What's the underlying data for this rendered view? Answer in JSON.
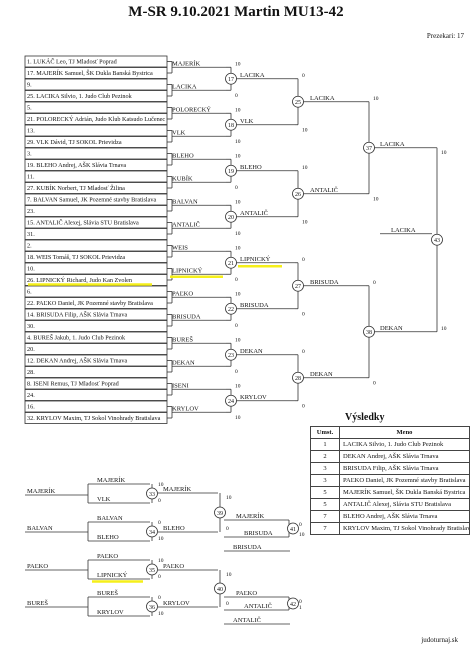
{
  "header": {
    "title": "M-SR 9.10.2021 Martin MU13-42",
    "referees": "Prezekari: 17"
  },
  "colors": {
    "highlight": "#f5ef1a",
    "line": "#333333"
  },
  "bracket": {
    "players": [
      "1. LUKÁČ Leo, TJ Mladosť Poprad",
      "17. MAJERÍK Samuel, ŠK Dukla Banská Bystrica",
      "9.",
      "25. LACIKA Silvio, 1. Judo Club Pezinok",
      "5.",
      "21. POLORECKÝ Adrián, Judo Klub Katsudo Lučenec",
      "13.",
      "29. VLK Dávid, TJ SOKOL Prievidza",
      "3.",
      "19. BLEHO Andrej, AŠK Slávia Trnava",
      "11.",
      "27. KUBÍK Norbert, TJ Mladosť Žilina",
      "7. BALVAN Samuel, JK Pozemné stavby Bratislava",
      "23.",
      "15. ANTALIČ Alexej, Slávia STU Bratislava",
      "31.",
      "2.",
      "18. WEIS Tomáš, TJ SOKOL Prievidza",
      "10.",
      "26. LIPNICKÝ Richard, Judo Kan Zvolen",
      "6.",
      "22. PAĽKO Daniel, JK Pozemné stavby Bratislava",
      "14. BRISUDA Filip, AŠK Slávia Trnava",
      "30.",
      "4. BUREŠ Jakub, 1. Judo Club Pezinok",
      "20.",
      "12. DEKAN Andrej, AŠK Slávia Trnava",
      "28.",
      "8. ISENI Remus, TJ Mladosť Poprad",
      "24.",
      "16.",
      "32. KRYLOV Maxim, TJ Sokol Vinohrady Bratislava"
    ],
    "r1": [
      "MAJERÍK",
      "LACIKA",
      "POLORECKÝ",
      "VLK",
      "BLEHO",
      "KUBÍK",
      "BALVAN",
      "ANTALIČ",
      "WEIS",
      "LIPNICKÝ",
      "PAĽKO",
      "BRISUDA",
      "BUREŠ",
      "DEKAN",
      "ISENI",
      "KRYLOV"
    ],
    "r1_scores": [
      [
        "10",
        "0"
      ],
      [
        "0",
        "0"
      ],
      [
        "10",
        "0"
      ],
      [
        "0",
        "10"
      ],
      [
        "10",
        "0"
      ],
      [
        "10",
        "0"
      ],
      [
        "10",
        "0"
      ],
      [
        "0",
        "10"
      ],
      [
        "10",
        "0"
      ],
      [
        "10",
        "0"
      ],
      [
        "10",
        "0"
      ],
      [
        "10",
        "0"
      ],
      [
        "10",
        "0"
      ],
      [
        "10",
        "0"
      ],
      [
        "10",
        "0"
      ],
      [
        "0",
        "10"
      ]
    ],
    "r1_match_ids": [
      "17",
      "18",
      "19",
      "20",
      "21",
      "22",
      "23",
      "24"
    ],
    "r2": [
      "LACIKA",
      "VLK",
      "BLEHO",
      "ANTALIČ",
      "LIPNICKÝ",
      "BRISUDA",
      "DEKAN",
      "KRYLOV"
    ],
    "r2_scores": [
      [
        "0",
        "10"
      ],
      [
        "0",
        "10"
      ],
      [
        "10",
        "0"
      ],
      [
        "0",
        "10"
      ],
      [
        "0",
        "10"
      ],
      [
        "10",
        "0"
      ],
      [
        "0",
        "10"
      ],
      [
        "10",
        "0"
      ]
    ],
    "r2_match_ids": [
      "25",
      "26",
      "27",
      "28"
    ],
    "r3": [
      "LACIKA",
      "ANTALIČ",
      "BRISUDA",
      "DEKAN"
    ],
    "r3_scores": [
      [
        "10",
        "0"
      ],
      [
        "0",
        "10"
      ],
      [
        "0",
        "10"
      ],
      [
        "10",
        "0"
      ]
    ],
    "r3_match_ids": [
      "37",
      "38"
    ],
    "r4": [
      "LACIKA",
      "DEKAN"
    ],
    "r4_scores": [
      [
        "10",
        "0"
      ],
      [
        "0",
        "10"
      ]
    ],
    "final_id": "43",
    "final_winner": "LACIKA"
  },
  "repechage": {
    "groups": [
      {
        "start": "MAJERÍK",
        "a": "MAJERÍK",
        "b": "VLK",
        "id1": "33",
        "w1": "MAJERÍK",
        "s1": [
          "10",
          "0"
        ],
        "top": "MAJERÍK"
      },
      {
        "start": "BALVAN",
        "a": "BALVAN",
        "b": "BLEHO",
        "id1": "34",
        "w1": "BLEHO",
        "s1": [
          "0",
          "10"
        ],
        "top": "BRISUDA"
      },
      {
        "start": "PAĽKO",
        "a": "PAĽKO",
        "b": "LIPNICKÝ",
        "id1": "35",
        "w1": "PAĽKO",
        "s1": [
          "10",
          "0"
        ],
        "top": "PAĽKO"
      },
      {
        "start": "BUREŠ",
        "a": "BUREŠ",
        "b": "KRYLOV",
        "id1": "36",
        "w1": "KRYLOV",
        "s1": [
          "0",
          "10"
        ],
        "top": "ANTALIČ"
      }
    ],
    "semis": [
      {
        "id": "39",
        "winner": "MAJERÍK",
        "scores": [
          "10",
          "0"
        ]
      },
      {
        "id": "40",
        "winner": "PAĽKO",
        "scores": [
          "10",
          "0"
        ]
      }
    ],
    "bronze": [
      {
        "id": "41",
        "winner": "BRISUDA",
        "scores": [
          "0",
          "10"
        ]
      },
      {
        "id": "42",
        "winner": "ANTALIČ",
        "scores": [
          "0",
          "1"
        ]
      }
    ]
  },
  "results": {
    "title": "Výsledky",
    "headers": [
      "Umst.",
      "Meno"
    ],
    "rows": [
      {
        "place": "1",
        "name": "LACIKA Silvio, 1. Judo Club Pezinok"
      },
      {
        "place": "2",
        "name": "DEKAN Andrej, AŠK Slávia Trnava"
      },
      {
        "place": "3",
        "name": "BRISUDA Filip, AŠK Slávia Trnava"
      },
      {
        "place": "3",
        "name": "PAĽKO Daniel, JK Pozemné stavby Bratislava"
      },
      {
        "place": "5",
        "name": "MAJERÍK Samuel, ŠK Dukla Banská Bystrica"
      },
      {
        "place": "5",
        "name": "ANTALIČ Alexej, Slávia STU Bratislava"
      },
      {
        "place": "7",
        "name": "BLEHO Andrej, AŠK Slávia Trnava"
      },
      {
        "place": "7",
        "name": "KRYLOV Maxim, TJ Sokol Vinohrady Bratislava"
      }
    ]
  },
  "footer": {
    "site": "judoturnaj.sk"
  }
}
